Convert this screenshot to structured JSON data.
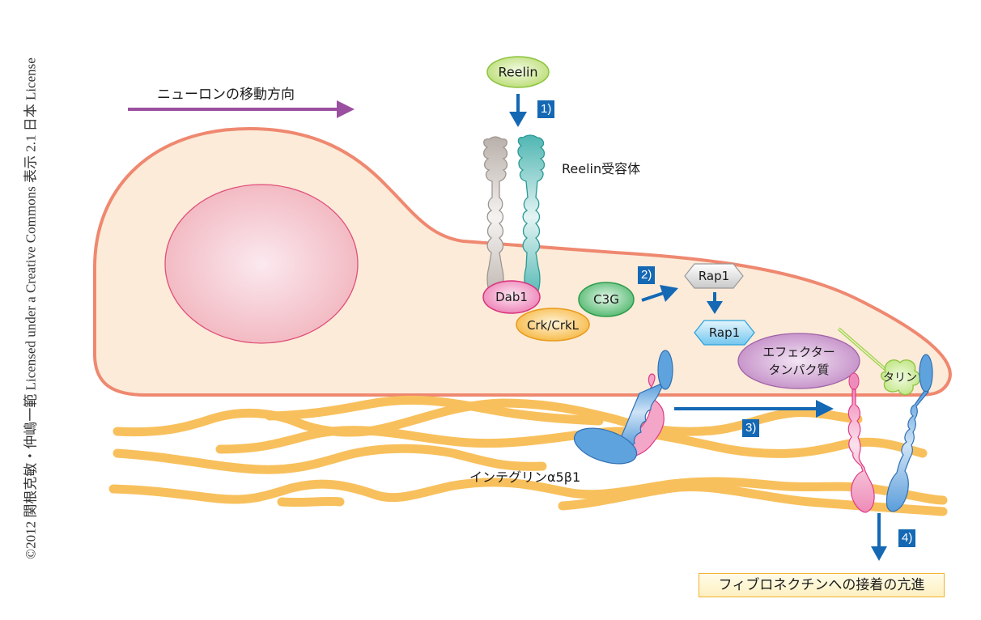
{
  "credit": "©2012 関根克敏・仲嶋一範 Licensed under a Creative Commons 表示 2.1 日本 License",
  "migration_arrow_label": "ニューロンの移動方向",
  "molecules": {
    "reelin": "Reelin",
    "reelin_receptor": "Reelin受容体",
    "dab1": "Dab1",
    "crk": "Crk/CrkL",
    "c3g": "C3G",
    "rap1_inactive": "Rap1",
    "rap1_active": "Rap1",
    "effector_line1": "エフェクター",
    "effector_line2": "タンパク質",
    "talin": "タリン",
    "integrin": "インテグリンα5β1"
  },
  "steps": [
    "1)",
    "2)",
    "3)",
    "4)"
  ],
  "result": "フィブロネクチンへの接着の亢進",
  "colors": {
    "arrow_blue": "#1468b4",
    "migration_purple": "#9b4fa0",
    "cell_fill": "#fcebd9",
    "cell_border": "#ef8870",
    "nucleus": "#f3b9c2",
    "fiber": "#f8c05c",
    "reelin": "#c8e48a",
    "dab1": "#f08cc0",
    "crk": "#f8c050",
    "c3g": "#5cbf78",
    "rap1_gray": "#d8d8d8",
    "rap1_blue": "#8fd3f2",
    "effector": "#c490c8",
    "talin": "#c8e890",
    "integrin_alpha": "#f09cc0",
    "integrin_beta": "#5fa3de",
    "receptor_gray": "#bfb7b2",
    "receptor_teal": "#52b8b4"
  }
}
